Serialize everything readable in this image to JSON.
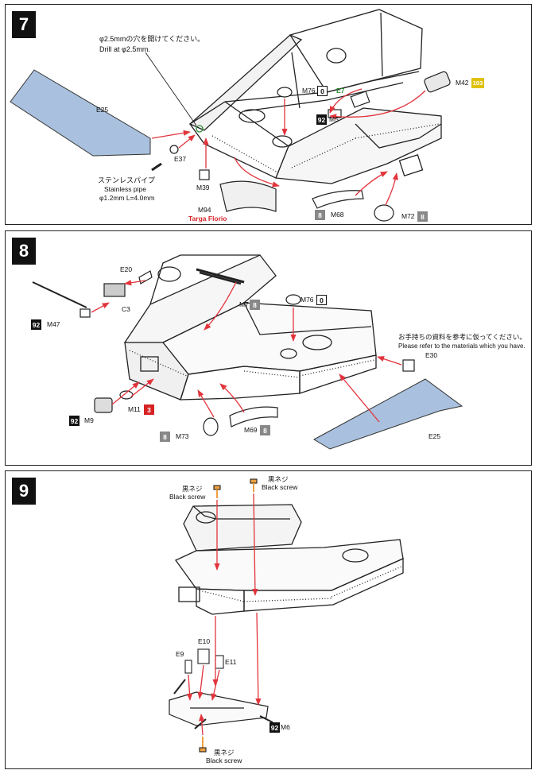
{
  "colors": {
    "arrow": "#e2343c",
    "decal": "#a9c1de",
    "ink": "#222222",
    "gold": "#e0c20c",
    "redcode": "#d62222"
  },
  "step7": {
    "number": "7",
    "drill_jp": "φ2.5mmの穴を開けてください。",
    "drill_en": "Drill at φ2.5mm.",
    "e25": "E25",
    "e37": "E37",
    "e7": "E7",
    "pipe_jp": "ステンレスパイプ",
    "pipe_en": "Stainless pipe",
    "pipe_dim": "φ1.2mm L=4.0mm",
    "m39": "M39",
    "m94": "M94",
    "targa": "Targa Florio",
    "m76": "M76",
    "m76_code": "0",
    "m5": "M5",
    "m5_code": "92",
    "m42": "M42",
    "m42_code": "103",
    "m68": "M68",
    "m68_code": "8",
    "m72": "M72",
    "m72_code": "8"
  },
  "step8": {
    "number": "8",
    "e20": "E20",
    "c3": "C3",
    "m47": "M47",
    "m47_code": "92",
    "m7": "M7",
    "m7_code": "8",
    "m76": "M76",
    "m76_code": "0",
    "note_jp": "お手持ちの資料を参考に仮ってください。",
    "note_en": "Please refer to the materials which you have.",
    "e30": "E30",
    "e25": "E25",
    "m9": "M9",
    "m9_code": "92",
    "m11": "M11",
    "m11_code": "3",
    "m73": "M73",
    "m73_code": "8",
    "m69": "M69",
    "m69_code": "8"
  },
  "step9": {
    "number": "9",
    "screw_jp_1": "黒ネジ",
    "screw_en_1": "Black screw",
    "screw_jp_2": "黒ネジ",
    "screw_en_2": "Black screw",
    "screw_jp_3": "黒ネジ",
    "screw_en_3": "Black screw",
    "e9": "E9",
    "e10": "E10",
    "e11": "E11",
    "m6": "M6",
    "m6_code": "92"
  }
}
